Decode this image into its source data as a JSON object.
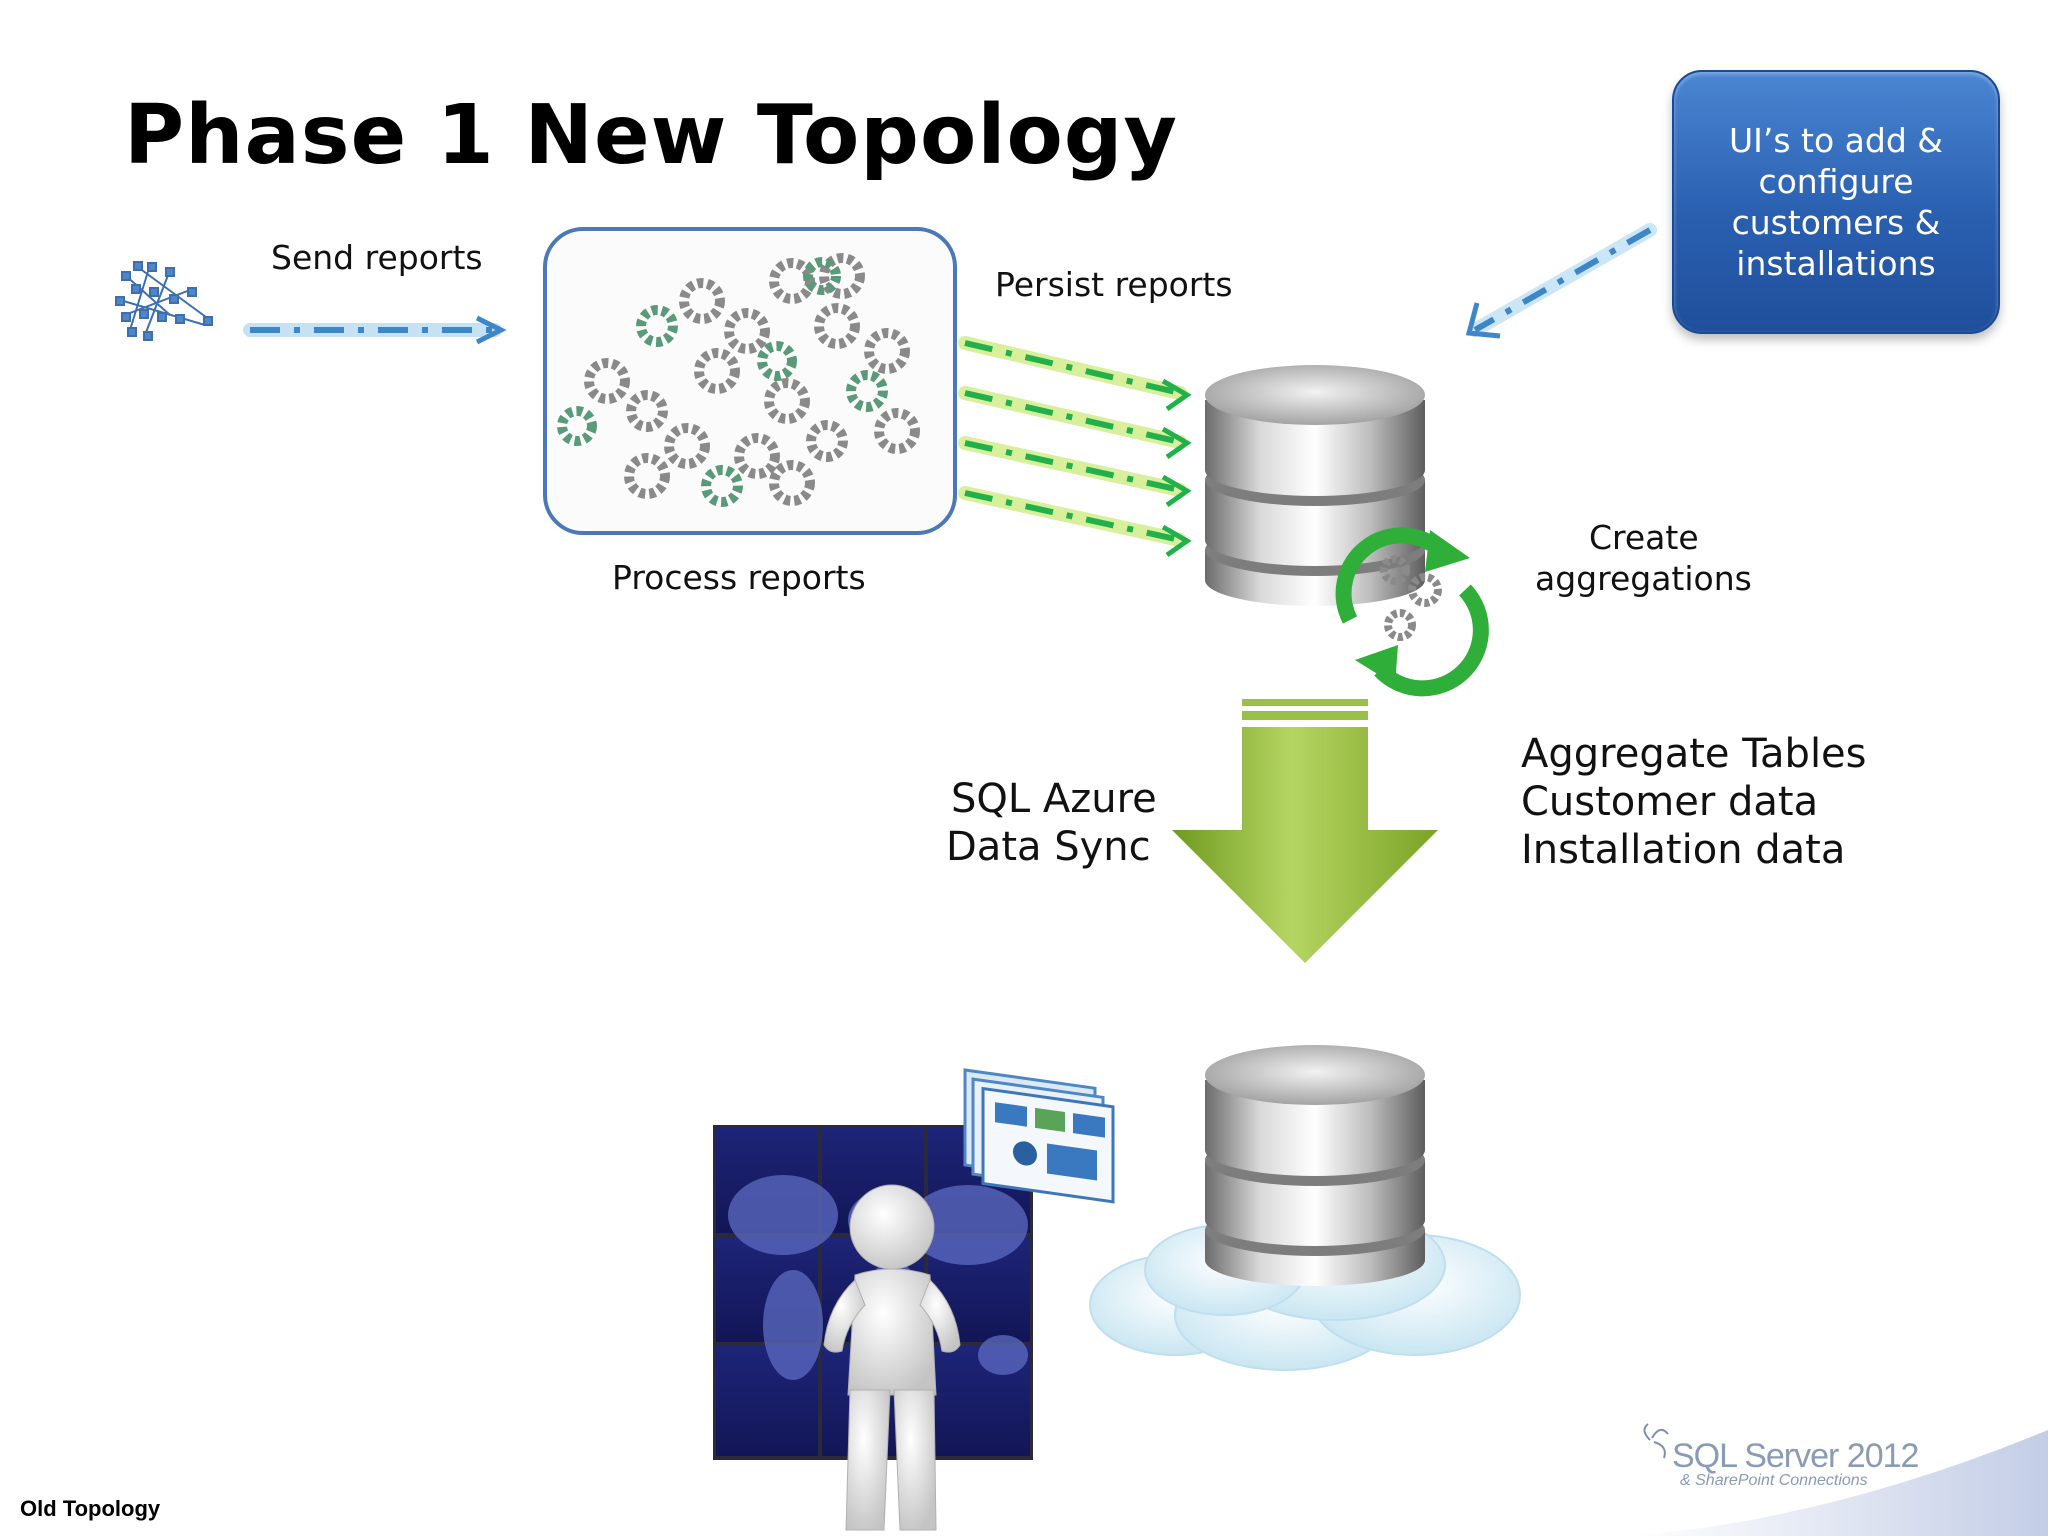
{
  "slide": {
    "title": "Phase 1 New Topology",
    "labels": {
      "send_reports": "Send reports",
      "persist_reports": "Persist reports",
      "process_reports": "Process reports",
      "create_aggregations_line1": "Create",
      "create_aggregations_line2": "aggregations",
      "sql_azure_line1": "SQL Azure",
      "sql_azure_line2": "Data Sync",
      "aggregate_tables": "Aggregate Tables",
      "customer_data": "Customer data",
      "installation_data": "Installation data"
    },
    "ui_box": {
      "text": "UI’s to add &\nconfigure\ncustomers &\ninstallations"
    },
    "footer": {
      "left_text": "Old Topology",
      "logo_main": "SQL Server 2012",
      "logo_sub": "& SharePoint Connections"
    },
    "colors": {
      "accent_blue": "#2a5fb0",
      "arrow_green": "#22b04b",
      "sync_arrow_green": "#8db43a",
      "process_border": "#4a78b8"
    },
    "icons": [
      "network-icon",
      "gears-cluster-icon",
      "database-icon",
      "refresh-cycle-icon",
      "download-arrow-icon",
      "cloud-database-icon",
      "presenter-figure-icon",
      "dashboard-cards-icon",
      "world-map-wall-icon",
      "sql-server-logo"
    ]
  }
}
